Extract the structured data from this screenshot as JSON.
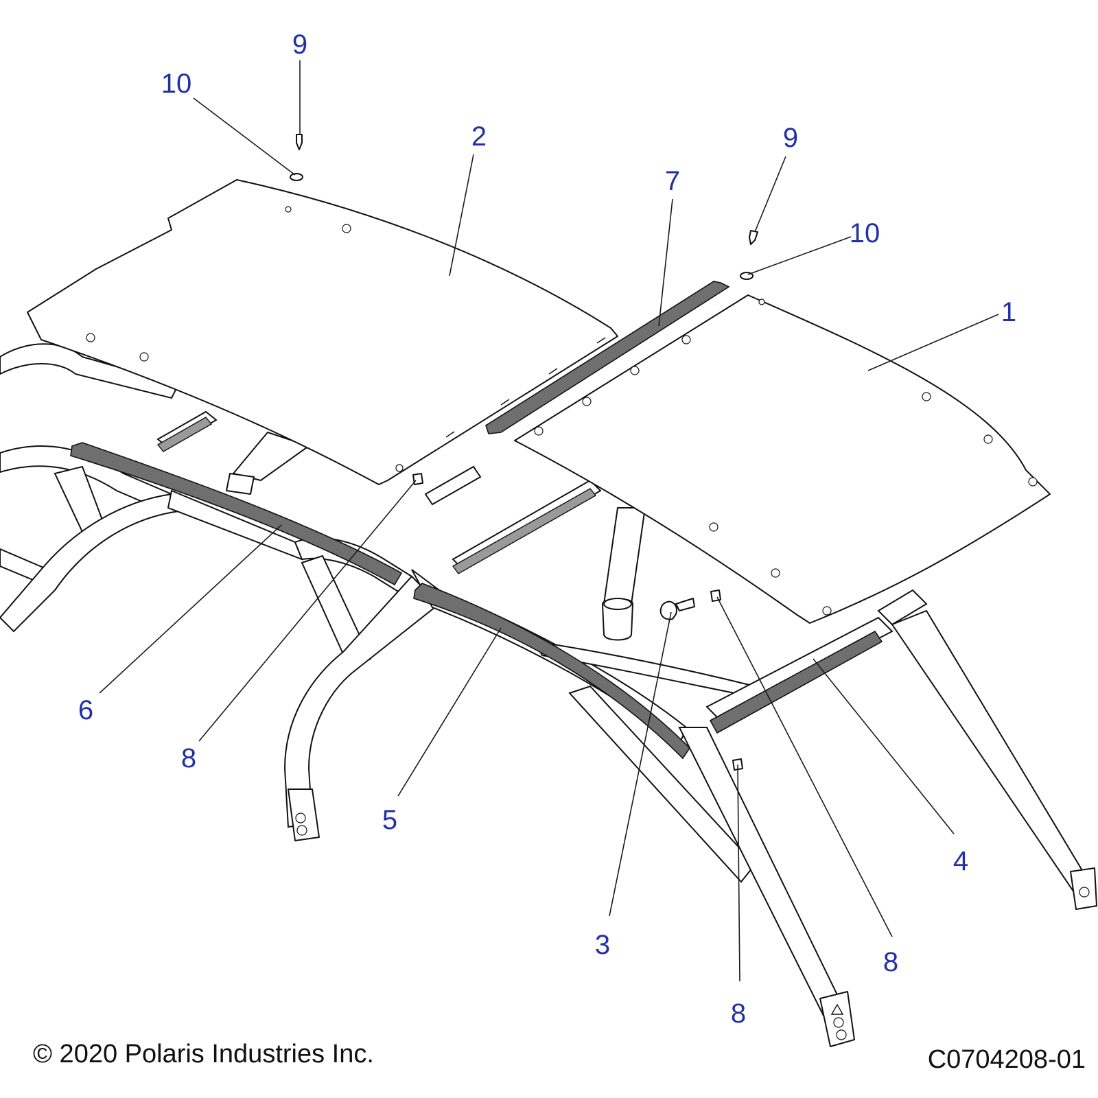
{
  "callouts": [
    {
      "label": "9",
      "target": "screw-top-left"
    },
    {
      "label": "10",
      "target": "washer-top-left"
    },
    {
      "label": "2",
      "target": "roof-panel-rear"
    },
    {
      "label": "9",
      "target": "screw-top-right"
    },
    {
      "label": "7",
      "target": "roof-center-seal"
    },
    {
      "label": "10",
      "target": "washer-top-right"
    },
    {
      "label": "1",
      "target": "roof-panel-front"
    },
    {
      "label": "6",
      "target": "trim-strip-left-rear"
    },
    {
      "label": "8",
      "target": "clip-left"
    },
    {
      "label": "5",
      "target": "trim-strip-left-front"
    },
    {
      "label": "3",
      "target": "cable-clamp"
    },
    {
      "label": "8",
      "target": "clip-center"
    },
    {
      "label": "4",
      "target": "trim-strip-right"
    },
    {
      "label": "8",
      "target": "clip-right"
    }
  ],
  "footer": {
    "copyright": "© 2020 Polaris Industries Inc.",
    "drawing_number": "C0704208-01"
  },
  "colors": {
    "callout": "#2230a8",
    "line": "#111111",
    "trim": "#6f6f6f"
  }
}
